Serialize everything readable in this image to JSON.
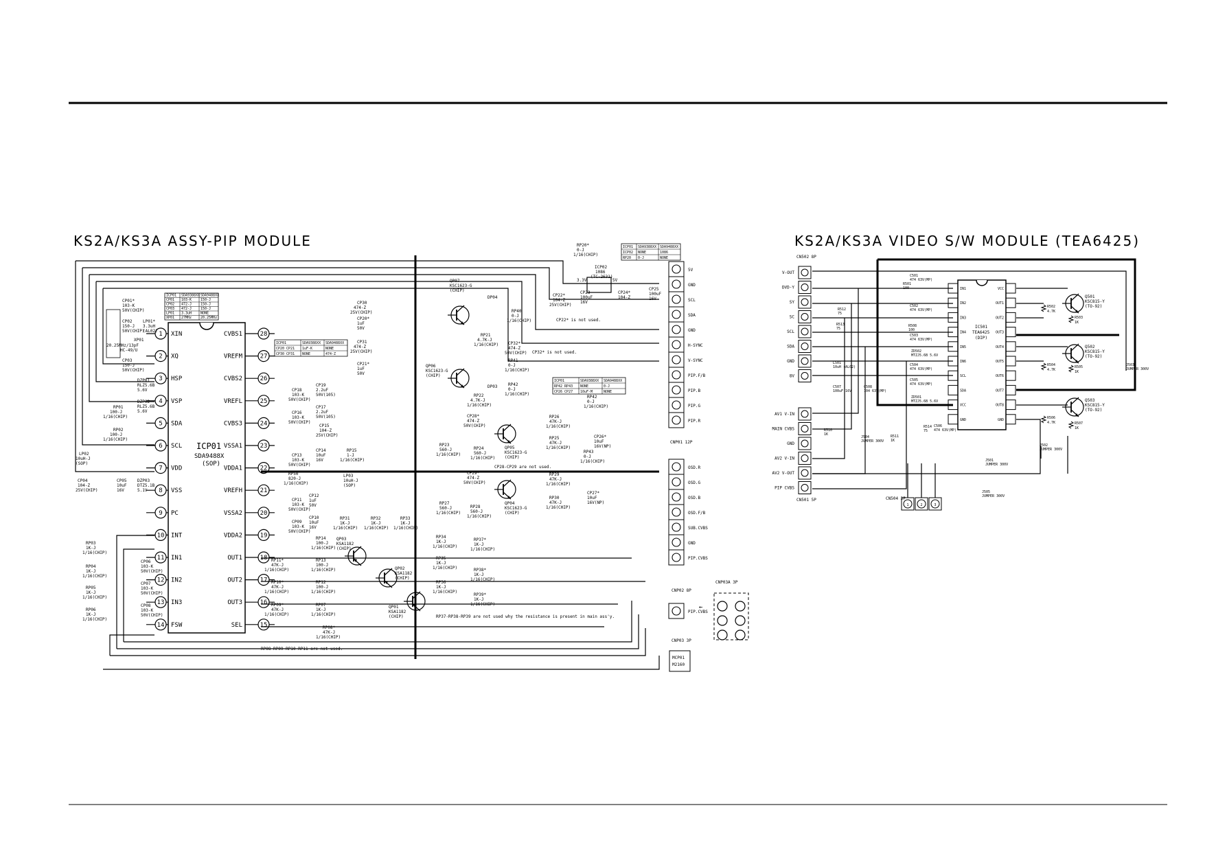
{
  "pip_module": {
    "title": "KS2A/KS3A ASSY-PIP MODULE",
    "ic_name": "ICP01",
    "ic_part": "SDA9488X",
    "ic_pkg": "(SOP)",
    "left_pins": [
      {
        "num": "1",
        "name": "XIN"
      },
      {
        "num": "2",
        "name": "XQ"
      },
      {
        "num": "3",
        "name": "HSP"
      },
      {
        "num": "4",
        "name": "VSP"
      },
      {
        "num": "5",
        "name": "SDA"
      },
      {
        "num": "6",
        "name": "SCL"
      },
      {
        "num": "7",
        "name": "VDD"
      },
      {
        "num": "8",
        "name": "VSS"
      },
      {
        "num": "9",
        "name": "PC"
      },
      {
        "num": "10",
        "name": "INT"
      },
      {
        "num": "11",
        "name": "IN1"
      },
      {
        "num": "12",
        "name": "IN2"
      },
      {
        "num": "13",
        "name": "IN3"
      },
      {
        "num": "14",
        "name": "FSW"
      }
    ],
    "right_pins": [
      {
        "num": "28",
        "name": "CVBS1"
      },
      {
        "num": "27",
        "name": "VREFM"
      },
      {
        "num": "26",
        "name": "CVBS2"
      },
      {
        "num": "25",
        "name": "VREFL"
      },
      {
        "num": "24",
        "name": "CVBS3"
      },
      {
        "num": "23",
        "name": "VSSA1"
      },
      {
        "num": "22",
        "name": "VDDA1"
      },
      {
        "num": "21",
        "name": "VREFH"
      },
      {
        "num": "20",
        "name": "VSSA2"
      },
      {
        "num": "19",
        "name": "VDDA2"
      },
      {
        "num": "18",
        "name": "OUT1"
      },
      {
        "num": "17",
        "name": "OUT2"
      },
      {
        "num": "16",
        "name": "OUT3"
      },
      {
        "num": "15",
        "name": "SEL"
      }
    ],
    "connector_top": [
      "5V",
      "GND",
      "SCL",
      "SDA",
      "GND",
      "H-SYNC",
      "V-SYNC",
      "PIP.F/B",
      "PIP.B",
      "PIP.G",
      "PIP.R"
    ],
    "connector_top_name": "CNP01 12P",
    "connector_mid": [
      "OSD.R",
      "OSD.G",
      "OSD.B",
      "OSD.F/B",
      "SUB.CVBS",
      "GND",
      "PIP.CVBS"
    ],
    "connector_mid_name": "CNP02 8P",
    "connector_bottom": [
      "PIP.CVBS"
    ],
    "connector_bottom_name": "CNP03 3P",
    "connector_3a_name": "CNP03A 3P",
    "mic_name": "MCP01",
    "mic_part": "M2160",
    "option_table_top": {
      "header": [
        "ICP01",
        "SDA9388XX",
        "SDA9488XX"
      ],
      "rows": [
        [
          "ICP02",
          "NONE",
          "1086"
        ],
        [
          "RP20",
          "0-J",
          "NONE"
        ]
      ]
    },
    "option_table_left": {
      "header": [
        "ICP01",
        "SDA9388XX",
        "SDA9488XX"
      ],
      "rows": [
        [
          "CP01",
          "103-K",
          "150-J"
        ],
        [
          "CP02",
          "472-J",
          "150-J"
        ],
        [
          "CP03",
          "472-J",
          "150-J"
        ],
        [
          "LP01",
          "3.3uH",
          "NONE"
        ],
        [
          "XP01",
          "27MHz",
          "20.25MHz"
        ]
      ]
    },
    "option_table_mid": {
      "header": [
        "ICP01",
        "SDA9388XX",
        "SDA9488XX"
      ],
      "rows": [
        [
          "CP20 CP21",
          "1uF-K",
          "NONE"
        ],
        [
          "CP30 CP31",
          "NONE",
          "474-Z"
        ]
      ]
    },
    "option_table_right": {
      "header": [
        "ICP01",
        "SDA9388XX",
        "SDA9488XX"
      ],
      "rows": [
        [
          "RP42 RP43",
          "NONE",
          "0-J"
        ],
        [
          "CP26 CP27",
          "10uF-M",
          "NONE"
        ]
      ]
    },
    "transistors": [
      {
        "ref": "QP07",
        "part": "KSC1623-G",
        "pkg": "(CHIP)"
      },
      {
        "ref": "QP06",
        "part": "KSC1623-G",
        "pkg": "(CHIP)"
      },
      {
        "ref": "QP05",
        "part": "KSC1623-G",
        "pkg": "(CHIP)"
      },
      {
        "ref": "QP04",
        "part": "KSC1623-G",
        "pkg": "(CHIP)"
      },
      {
        "ref": "QP03",
        "part": "KSA1182",
        "pkg": "(CHIP)"
      },
      {
        "ref": "QP02",
        "part": "KSA1182",
        "pkg": "(CHIP)"
      },
      {
        "ref": "QP01",
        "part": "KSA1182",
        "pkg": "(CHIP)"
      }
    ],
    "regulator": {
      "ref": "ICP02",
      "part": "1086",
      "alt": "(TC-2631)",
      "vin": "3.3V",
      "vout": "5V"
    },
    "notes": [
      "CP22* is not used.",
      "CP32* is not used.",
      "CP28-CP29 are not used.",
      "RP37-RP38-RP39 are not used why the resistance is present in main ass'y.",
      "RP08-RP09-RP10-RP11 are not used."
    ]
  },
  "video_module": {
    "title": "KS2A/KS3A VIDEO S/W MODULE (TEA6425)",
    "connector_top_name": "CN502 8P",
    "connector_top": [
      "V-OUT",
      "DVD-Y",
      "SY",
      "SC",
      "SCL",
      "SDA",
      "GND",
      "8V"
    ],
    "connector_bottom_name": "CN501 5P",
    "connector_bottom": [
      "AV1 V-IN",
      "MAIN CVBS",
      "GND",
      "AV2 V-IN",
      "AV2 V-OUT",
      "PIP CVBS"
    ],
    "connector_3p_name": "CN504 3P",
    "connector_3p": [
      "1",
      "2",
      "3"
    ],
    "ic_ref": "IC501",
    "ic_part": "TEA6425",
    "ic_pkg": "(DIP)",
    "ic_left_pins": [
      "IN1",
      "IN2",
      "IN3",
      "IN4",
      "IN5",
      "IN6",
      "SCL",
      "SDA",
      "VCC",
      "GND"
    ],
    "ic_right_pins": [
      "VCC",
      "OUT1",
      "OUT2",
      "OUT3",
      "OUT4",
      "OUT5",
      "OUT6",
      "OUT7",
      "OUT8",
      "GND"
    ],
    "transistors": [
      {
        "ref": "Q501",
        "part": "KSC815-Y",
        "pkg": "(TO-92)"
      },
      {
        "ref": "Q502",
        "part": "KSC815-Y",
        "pkg": "(TO-92)"
      },
      {
        "ref": "Q503",
        "part": "KSC815-Y",
        "pkg": "(TO-92)"
      }
    ],
    "resistors": [
      {
        "ref": "R502",
        "val": "4.7K"
      },
      {
        "ref": "R503",
        "val": "1K"
      },
      {
        "ref": "R504",
        "val": "4.7K"
      },
      {
        "ref": "R505",
        "val": "1K"
      },
      {
        "ref": "R506",
        "val": "4.7K"
      },
      {
        "ref": "R507",
        "val": "1K"
      }
    ],
    "jumpers": [
      {
        "ref": "J503",
        "val": "JUMPER 300V"
      },
      {
        "ref": "J502",
        "val": "JUMPER 300V"
      },
      {
        "ref": "J501",
        "val": "JUMPER 300V"
      },
      {
        "ref": "J504",
        "val": "JUMPER 300V"
      },
      {
        "ref": "J505",
        "val": "JUMPER 300V"
      }
    ],
    "passives": [
      {
        "ref": "C501",
        "val": "474 63V(MP)"
      },
      {
        "ref": "C502",
        "val": "474 63V(MP)"
      },
      {
        "ref": "C503",
        "val": "474 63V(MP)"
      },
      {
        "ref": "C504",
        "val": "474 63V(MP)"
      },
      {
        "ref": "C505",
        "val": "474 63V(MP)"
      },
      {
        "ref": "C506",
        "val": "474 63V(MP)"
      },
      {
        "ref": "C507",
        "val": "100uF 16V"
      },
      {
        "ref": "C508",
        "val": "104 63V(MP)"
      },
      {
        "ref": "L501",
        "val": "10uH (AL02)"
      },
      {
        "ref": "ZD502",
        "val": "MTZJ5.6B 5.6V"
      },
      {
        "ref": "ZD501",
        "val": "MTZJ5.6B 5.6V"
      },
      {
        "ref": "R510",
        "val": "1K"
      },
      {
        "ref": "R511",
        "val": "1K"
      },
      {
        "ref": "R512",
        "val": "75"
      },
      {
        "ref": "R513",
        "val": "75"
      },
      {
        "ref": "R514",
        "val": "75"
      },
      {
        "ref": "R501",
        "val": "100"
      },
      {
        "ref": "R508",
        "val": "100"
      }
    ]
  }
}
